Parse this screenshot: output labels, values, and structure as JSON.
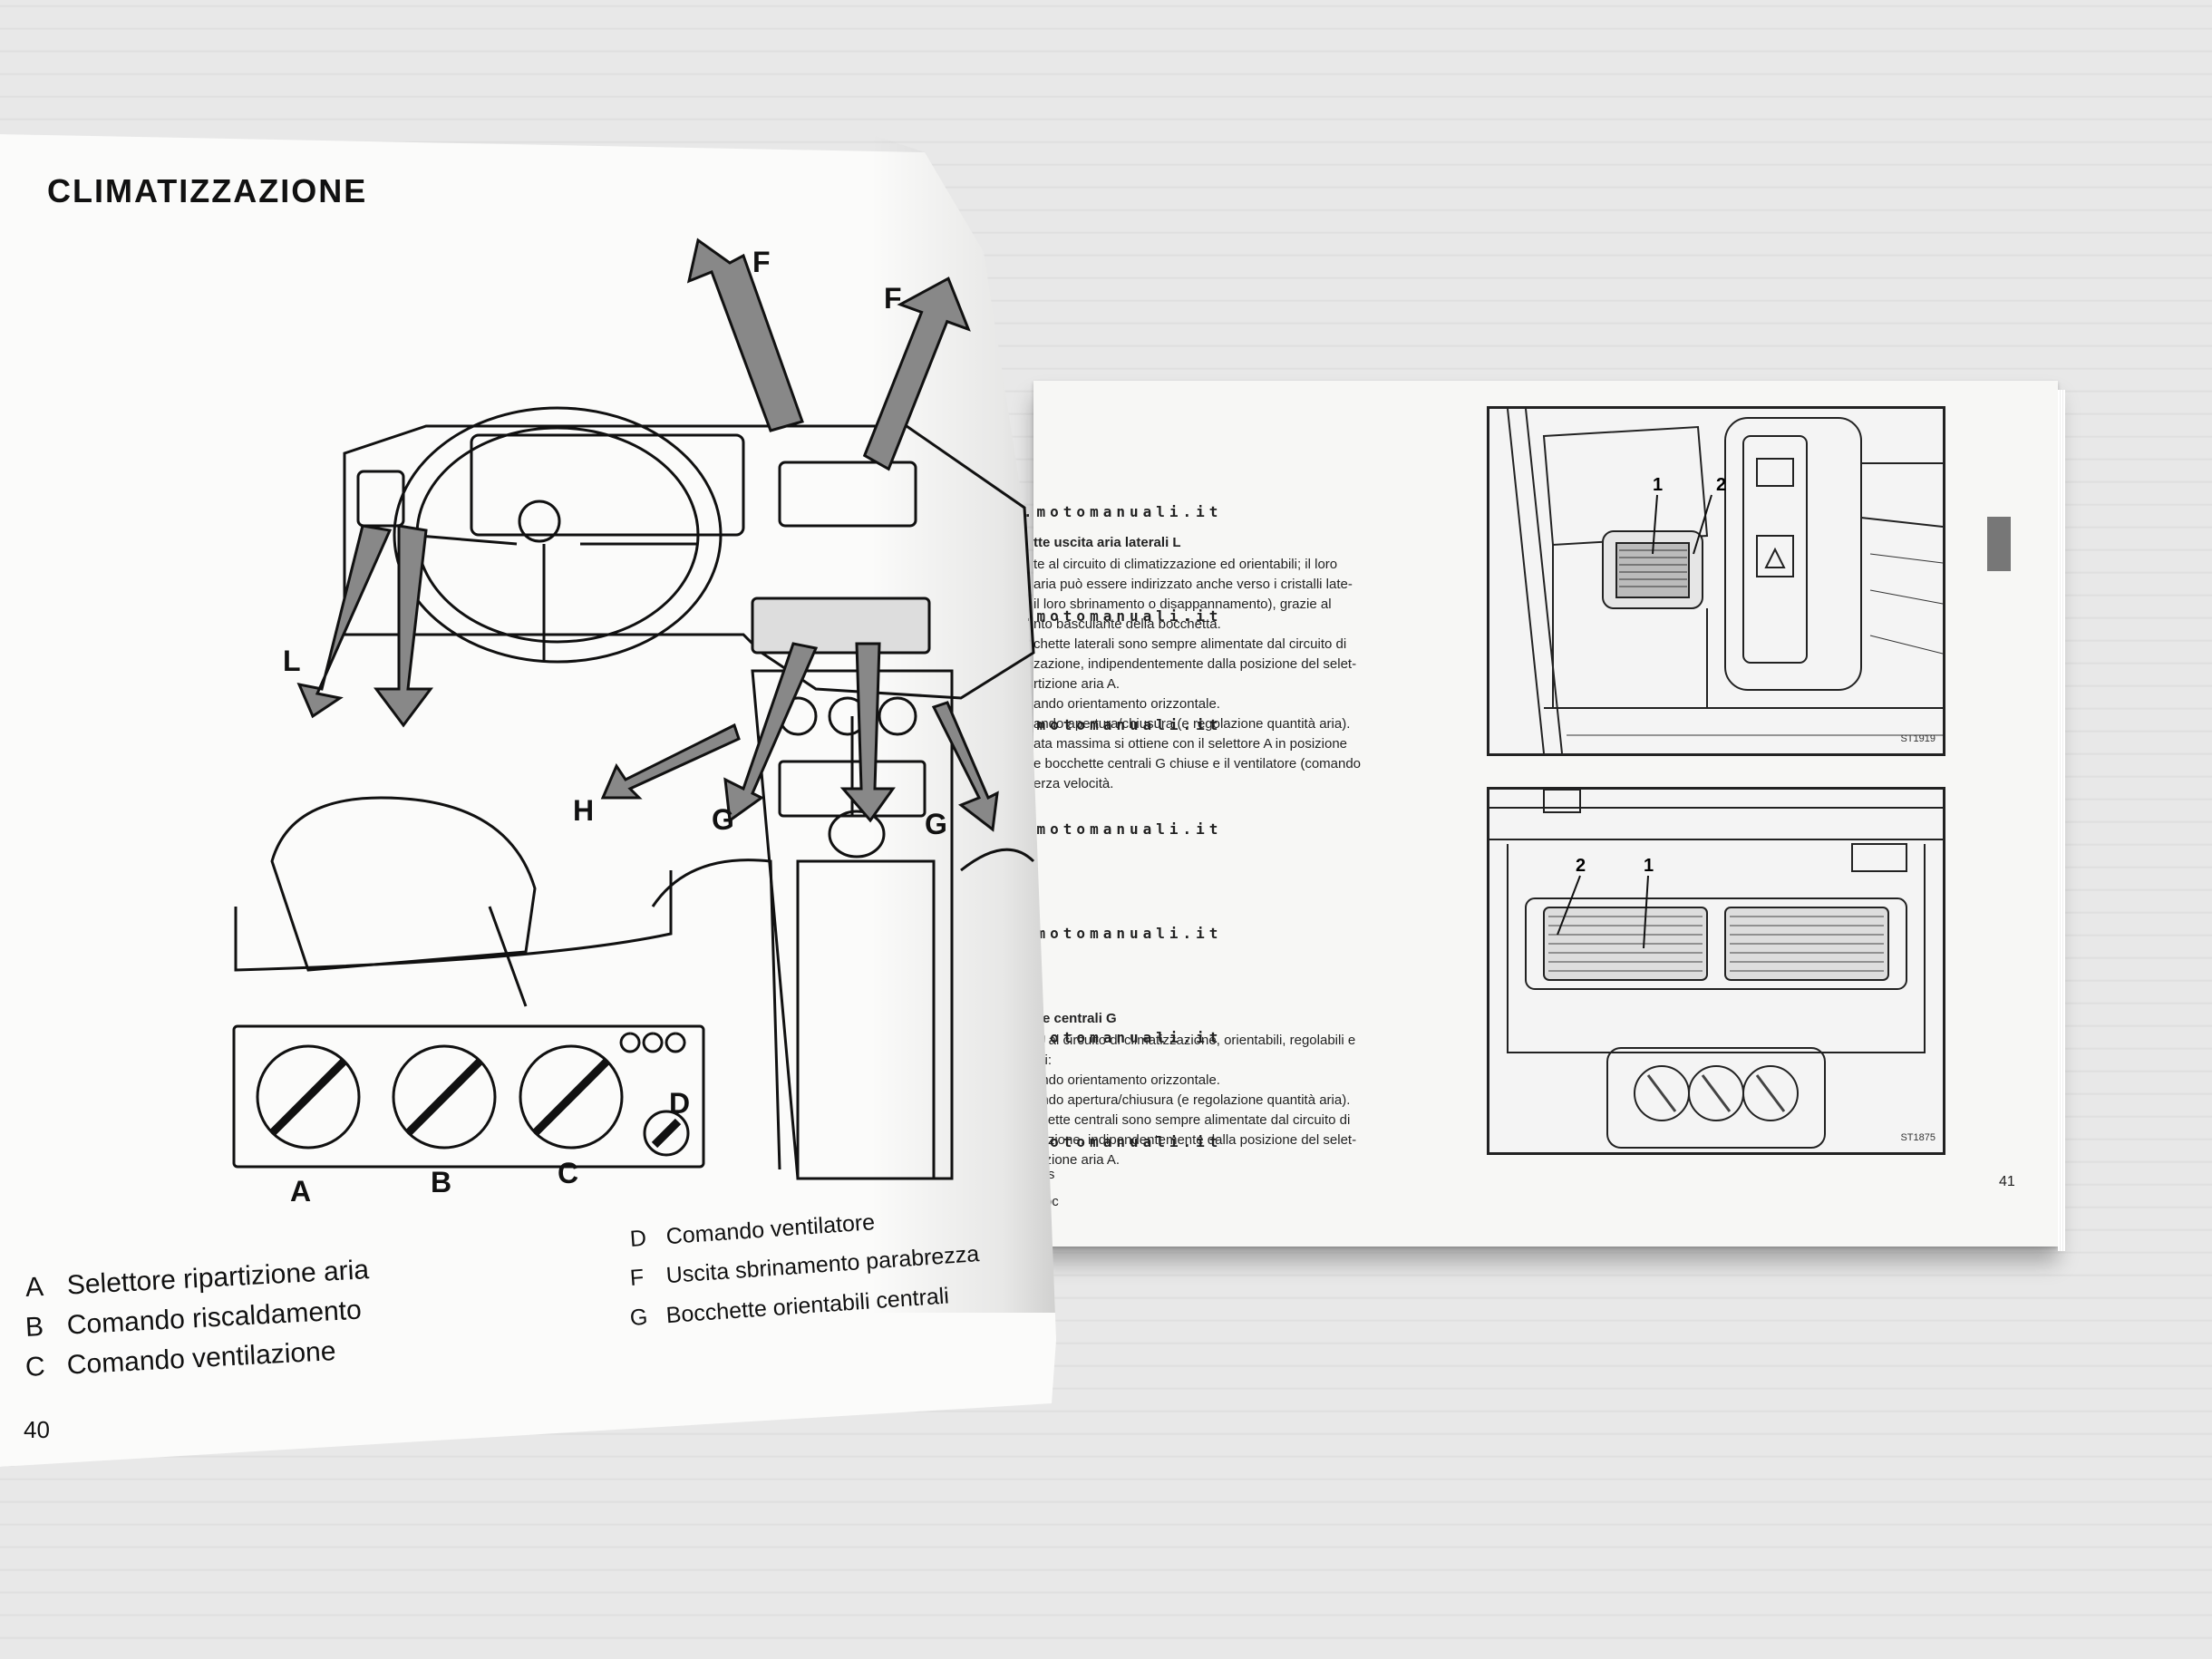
{
  "left_page": {
    "title": "CLIMATIZZAZIONE",
    "page_number": "40",
    "diagram_callouts": [
      "F",
      "F",
      "L",
      "H",
      "G",
      "G",
      "A",
      "B",
      "C",
      "D"
    ],
    "legend_left": [
      {
        "key": "A",
        "text": "Selettore ripartizione aria"
      },
      {
        "key": "B",
        "text": "Comando riscaldamento"
      },
      {
        "key": "C",
        "text": "Comando ventilazione"
      }
    ],
    "legend_right": [
      {
        "key": "D",
        "text": "Comando ventilatore"
      },
      {
        "key": "F",
        "text": "Uscita sbrinamento parabrezza"
      },
      {
        "key": "G",
        "text": "Bocchette orientabili centrali"
      }
    ]
  },
  "right_page": {
    "page_number": "41",
    "watermark": "www.motomanuali.it",
    "section1_heading": "tte uscita aria laterali L",
    "section1_lines": [
      "te al circuito di climatizzazione ed orientabili; il loro",
      "aria può essere indirizzato anche verso i cristalli late-",
      "il loro sbrinamento o disappannamento), grazie al",
      "nto basculante della bocchetta.",
      "chette laterali sono sempre alimentate dal circuito di",
      "zazione, indipendentemente dalla posizione del selet-",
      "rtizione aria A.",
      "ando orientamento orizzontale.",
      "ando apertura/chiusura (e regolazione quantità aria).",
      "ata massima si ottiene con il selettore A in posizione",
      "e bocchette centrali G chiuse e il ventilatore (comando",
      "erza velocità."
    ],
    "section2_heading": "tte centrali G",
    "section2_lines": [
      "te al circuito di climatizzazione, orientabili, regolabili e",
      "nti:",
      "ando orientamento orizzontale.",
      "ando apertura/chiusura (e regolazione quantità aria).",
      "chette centrali sono sempre alimentate dal circuito di",
      "zazione, indipendentemente dalla posizione del selet-",
      "rtizione aria A."
    ],
    "fragments": [
      "H Us",
      "L Boc"
    ],
    "figure1": {
      "code": "ST1919",
      "callouts": [
        "1",
        "2"
      ]
    },
    "figure2": {
      "code": "ST1875",
      "callouts": [
        "2",
        "1"
      ]
    }
  }
}
